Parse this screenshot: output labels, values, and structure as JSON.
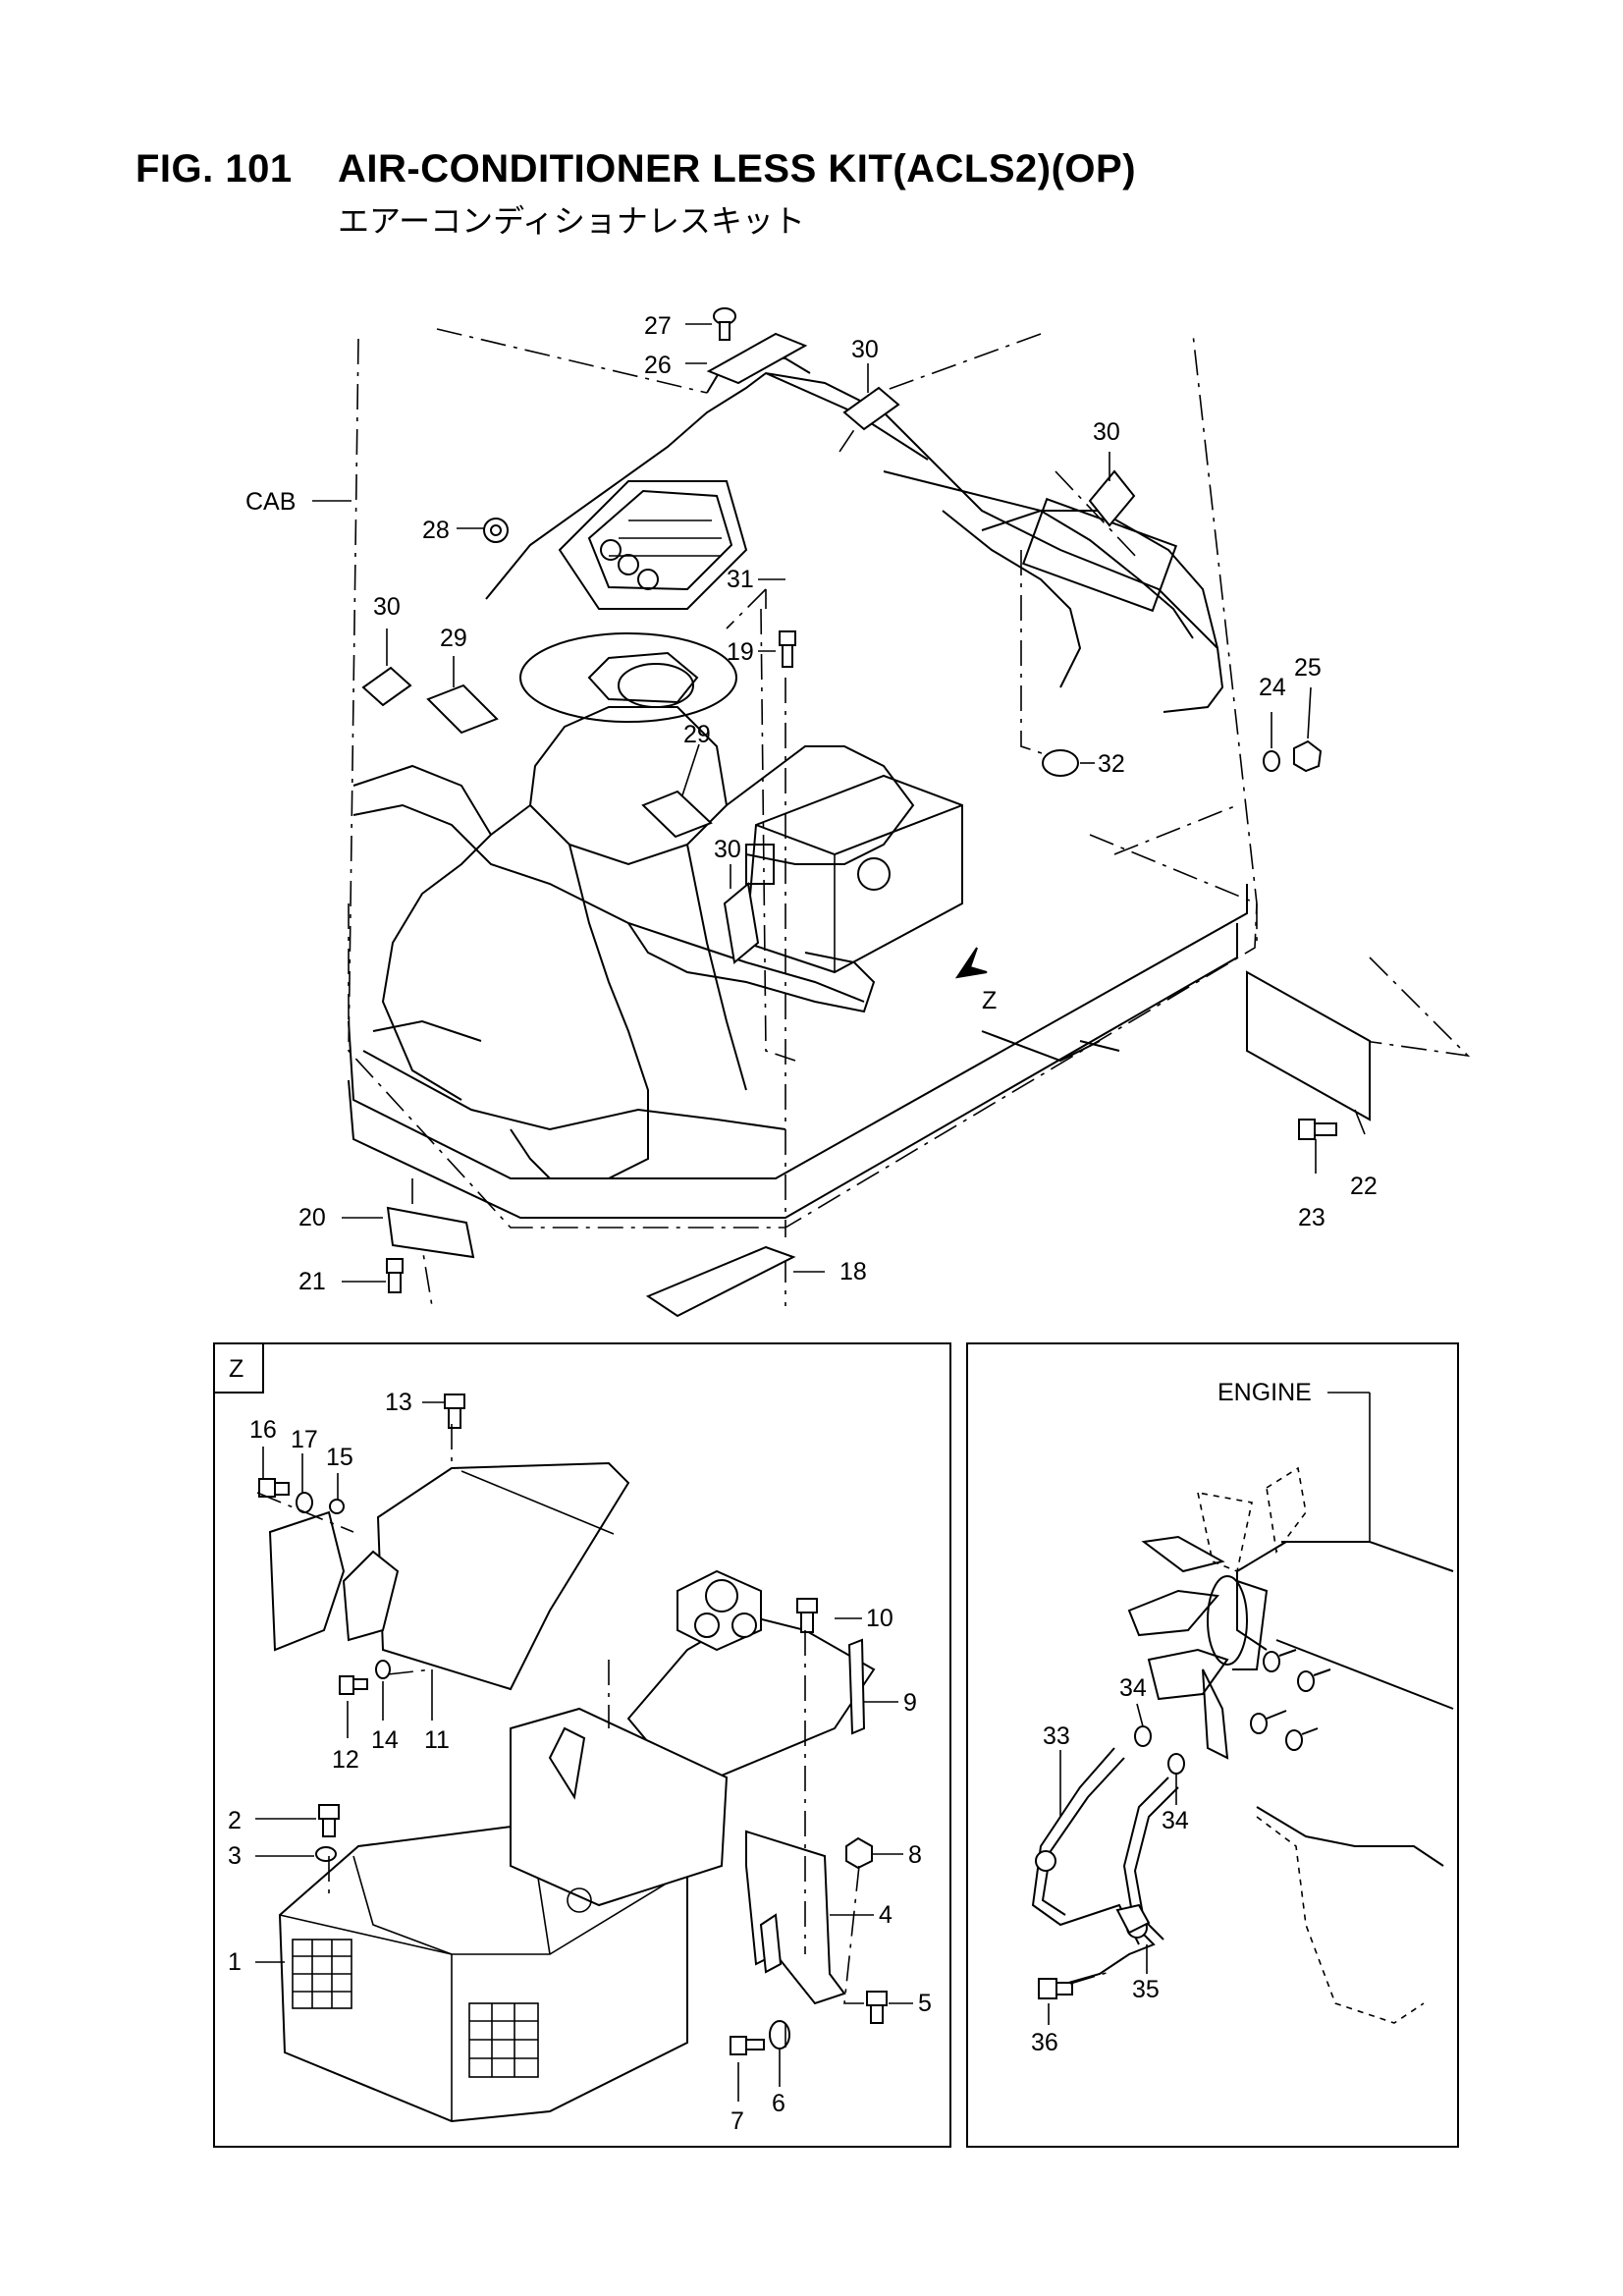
{
  "figure": {
    "number": "FIG. 101",
    "title": "AIR-CONDITIONER LESS KIT(ACLS2)(OP)",
    "subtitle": "エアーコンディショナレスキット"
  },
  "view_labels": {
    "cab": "CAB",
    "arrow_z": "Z",
    "detail_z": "Z",
    "engine": "ENGINE"
  },
  "callouts": {
    "p1": "1",
    "p2": "2",
    "p3": "3",
    "p4": "4",
    "p5": "5",
    "p6": "6",
    "p7": "7",
    "p8": "8",
    "p9": "9",
    "p10": "10",
    "p11": "11",
    "p12": "12",
    "p13": "13",
    "p14": "14",
    "p15": "15",
    "p16": "16",
    "p17": "17",
    "p18": "18",
    "p19": "19",
    "p20": "20",
    "p21": "21",
    "p22": "22",
    "p23": "23",
    "p24": "24",
    "p25": "25",
    "p26": "26",
    "p27": "27",
    "p28": "28",
    "p29a": "29",
    "p29b": "29",
    "p30a": "30",
    "p30b": "30",
    "p30c": "30",
    "p30d": "30",
    "p31": "31",
    "p32": "32",
    "p33": "33",
    "p34a": "34",
    "p34b": "34",
    "p35": "35",
    "p36": "36"
  }
}
